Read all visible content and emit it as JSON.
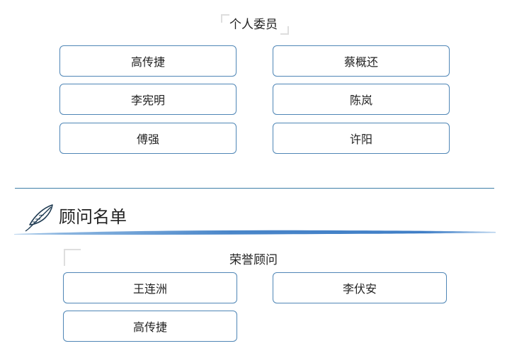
{
  "members_section": {
    "title": "个人委员",
    "names": [
      "高传捷",
      "蔡概还",
      "李宪明",
      "陈岚",
      "傅强",
      "许阳"
    ]
  },
  "advisors_section": {
    "heading": "顾问名单",
    "subtitle": "荣誉顾问",
    "names": [
      "王连洲",
      "李伏安",
      "高传捷"
    ]
  },
  "colors": {
    "accent": "#4f86b6",
    "rule": "#3e7fa8",
    "text": "#222222"
  },
  "icons": {
    "section_heading_icon": "quill-feather-icon"
  }
}
